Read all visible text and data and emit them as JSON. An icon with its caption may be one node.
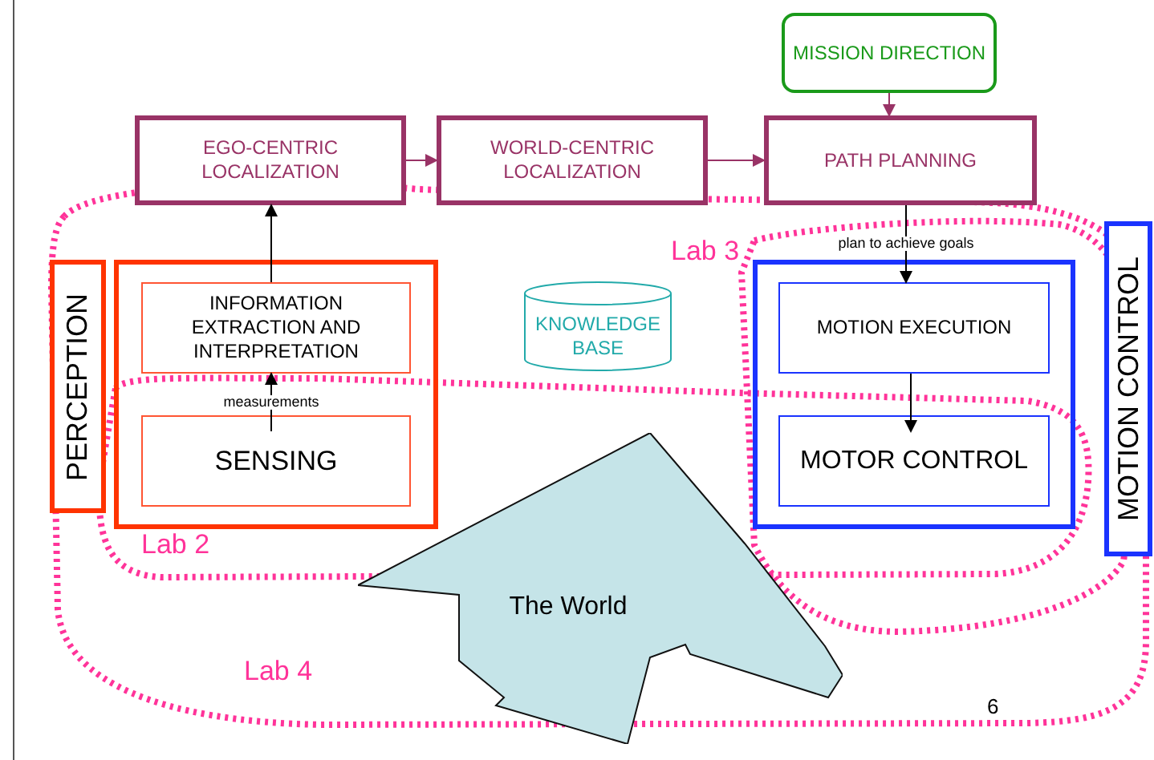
{
  "diagram": {
    "nodes": [
      {
        "text": [
          "MISSION DIRECTION"
        ]
      },
      {
        "text": [
          "EGO-CENTRIC LOCALIZATION"
        ]
      },
      {
        "text": [
          "WORLD-CENTRIC LOCALIZATION"
        ]
      },
      {
        "text": [
          "PATH PLANNING"
        ]
      },
      {
        "text": [
          "PERCEPTION"
        ]
      },
      {
        "text": [],
        "shape": "box"
      },
      {
        "text": [
          "INFORMATION EXTRACTION AND INTERPRETATION"
        ],
        "in": 5
      },
      {
        "text": [
          "SENSING"
        ],
        "in": 5
      },
      {
        "text": [
          "KNOWLEDGE BASE"
        ]
      },
      {
        "text": [],
        "shape": "box"
      },
      {
        "text": [
          "MOTION EXECUTION"
        ],
        "in": 9
      },
      {
        "text": [
          "MOTOR CONTROL"
        ],
        "in": 9
      },
      {
        "text": [
          "MOTION CONTROL"
        ]
      },
      {
        "text": [
          "The World"
        ]
      }
    ],
    "edges": [
      {
        "from": 0,
        "to": 3,
        "arrow": "to",
        "color": "#993366"
      },
      {
        "from": 1,
        "to": 2,
        "arrow": "to",
        "color": "#993366"
      },
      {
        "from": 2,
        "to": 3,
        "arrow": "to",
        "color": "#993366"
      },
      {
        "from": 6,
        "to": 1,
        "arrow": "to"
      },
      {
        "from": 7,
        "to": 6,
        "label": "measurements",
        "arrow": "to"
      },
      {
        "from": 3,
        "to": 10,
        "label": "plan to achieve goals",
        "arrow": "to"
      },
      {
        "from": 10,
        "to": 11,
        "arrow": "to"
      }
    ],
    "labels": [
      "Lab 3",
      "Lab 2",
      "Lab 4",
      "6"
    ]
  }
}
